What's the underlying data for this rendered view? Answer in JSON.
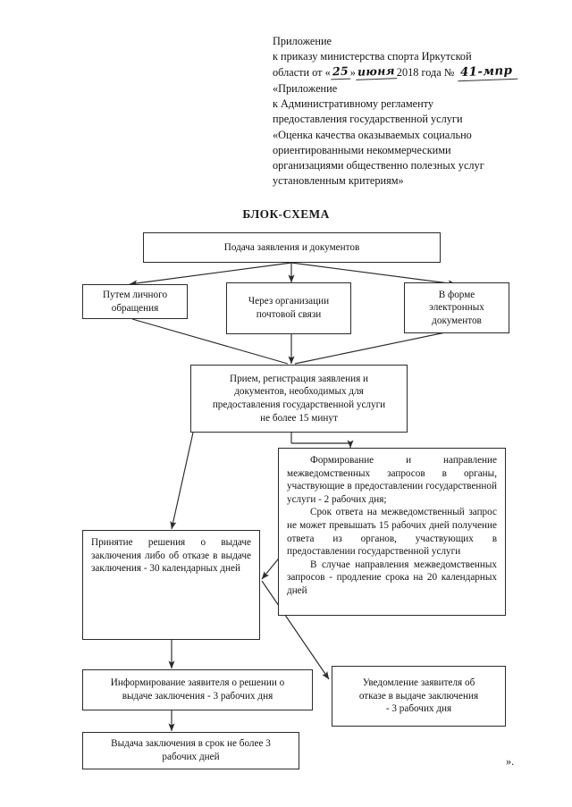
{
  "document": {
    "header_lines": [
      "Приложение",
      "к приказу министерства спорта Иркутской"
    ],
    "date_line": {
      "prefix": "области от «",
      "day": "25",
      "quote_close": "»",
      "month": "июня",
      "year": "2018",
      "year_word": "года",
      "number_label": "№",
      "number": "41-мпр"
    },
    "header_lines_2": [
      "«Приложение",
      "к Административному регламенту",
      "предоставления государственной услуги",
      " «Оценка качества оказываемых социально",
      "ориентированными некоммерческими",
      "организациями общественно полезных услуг",
      "установленным критериям»"
    ],
    "chart_title": "БЛОК-СХЕМА",
    "footer_quote": "»."
  },
  "flowchart": {
    "nodes": {
      "submission": {
        "label": "Подача заявления и документов"
      },
      "in_person": {
        "line1": "Путем личного",
        "line2": "обращения"
      },
      "postal": {
        "line1": "Через организации",
        "line2": "почтовой связи"
      },
      "electronic": {
        "line1": "В форме",
        "line2": "электронных",
        "line3": "документов"
      },
      "registration": {
        "line1": "Прием, регистрация заявления и",
        "line2": "документов, необходимых для",
        "line3": "предоставления государственной услуги",
        "line4": "не более 15 минут"
      },
      "interagency": {
        "para1": "Формирование и направление межведомственных запросов в органы, участвующие в предоставлении государственной услуги - 2 рабочих дня;",
        "para2": "Срок ответа на межведомственный запрос не может превышать 15 рабочих дней получение ответа из органов, участвующих в предоставлении государственной услуги",
        "para3": "В случае направления межведомственных запросов - продление срока на 20 календарных дней"
      },
      "decision": {
        "text": "Принятие решения о выдаче заключения либо об отказе в выдаче заключения - 30 календарных дней"
      },
      "inform": {
        "line1": "Информирование заявителя о решении о",
        "line2": "выдаче заключения - 3 рабочих дня"
      },
      "refusal_notice": {
        "line1": "Уведомление заявителя об",
        "line2": "отказе в выдаче заключения",
        "line3": "- 3 рабочих дня"
      },
      "issue": {
        "line1": "Выдача заключения в срок не более 3",
        "line2": "рабочих дней"
      }
    }
  },
  "colors": {
    "ink": "#141414",
    "line": "#2b2b2b",
    "page": "#ffffff"
  }
}
